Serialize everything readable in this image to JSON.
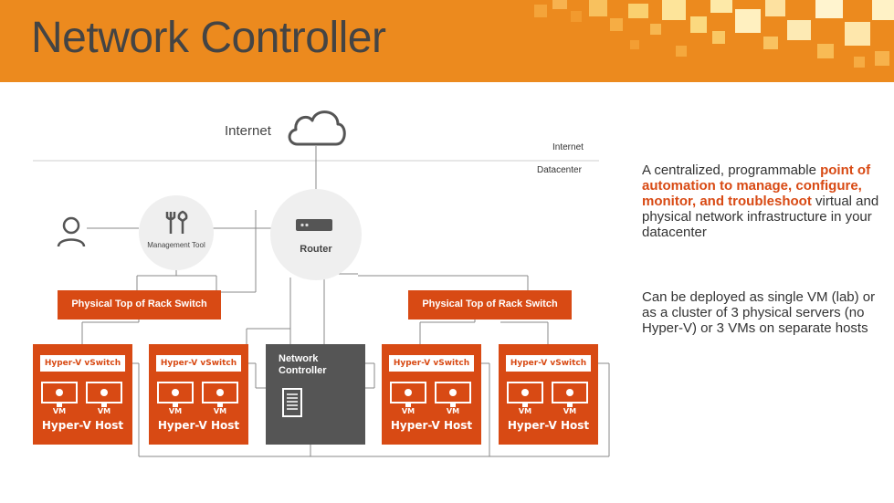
{
  "header": {
    "title": "Network Controller"
  },
  "colors": {
    "header_orange": "#ec8a1e",
    "accent_red": "#d84a14",
    "controller_gray": "#555555"
  },
  "diagram": {
    "internet_label": "Internet",
    "zone_internet": "Internet",
    "zone_datacenter": "Datacenter",
    "management_tool": "Management Tool",
    "router": "Router",
    "tor_switch_left": "Physical Top of Rack Switch",
    "tor_switch_right": "Physical Top of Rack Switch",
    "network_controller": "Network Controller",
    "hosts": [
      {
        "vswitch": "Hyper-V vSwitch",
        "vm1": "VM",
        "vm2": "VM",
        "host": "Hyper-V Host"
      },
      {
        "vswitch": "Hyper-V vSwitch",
        "vm1": "VM",
        "vm2": "VM",
        "host": "Hyper-V Host"
      },
      {
        "vswitch": "Hyper-V vSwitch",
        "vm1": "VM",
        "vm2": "VM",
        "host": "Hyper-V Host"
      },
      {
        "vswitch": "Hyper-V vSwitch",
        "vm1": "VM",
        "vm2": "VM",
        "host": "Hyper-V Host"
      }
    ]
  },
  "description": {
    "p1_a": "A centralized, programmable",
    "p1_highlight": "point of automation to manage, configure, monitor, and troubleshoot",
    "p1_b": "virtual and physical network infrastructure in your datacenter",
    "p2": "Can be deployed as single VM (lab) or as a cluster of 3 physical servers (no Hyper-V) or 3 VMs on separate hosts"
  }
}
